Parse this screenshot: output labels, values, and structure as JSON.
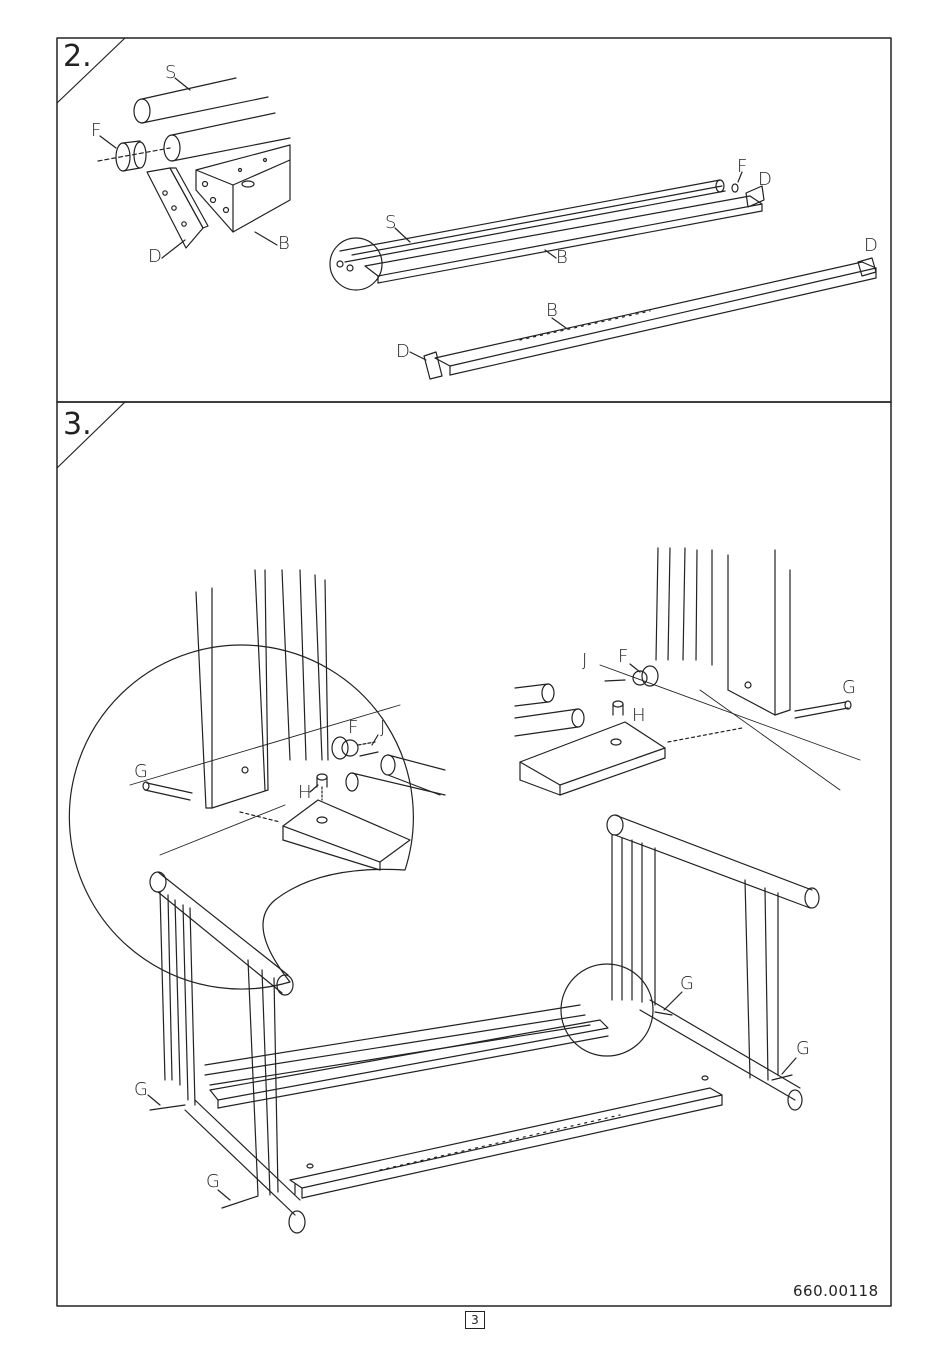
{
  "step2": {
    "number": "2.",
    "labels": {
      "S": "S",
      "F": "F",
      "D": "D",
      "B": "B"
    }
  },
  "step3": {
    "number": "3.",
    "labels": {
      "F": "F",
      "J": "J",
      "H": "H",
      "G": "G"
    }
  },
  "footer": {
    "document_number": "660.00118",
    "page_number": "3"
  }
}
